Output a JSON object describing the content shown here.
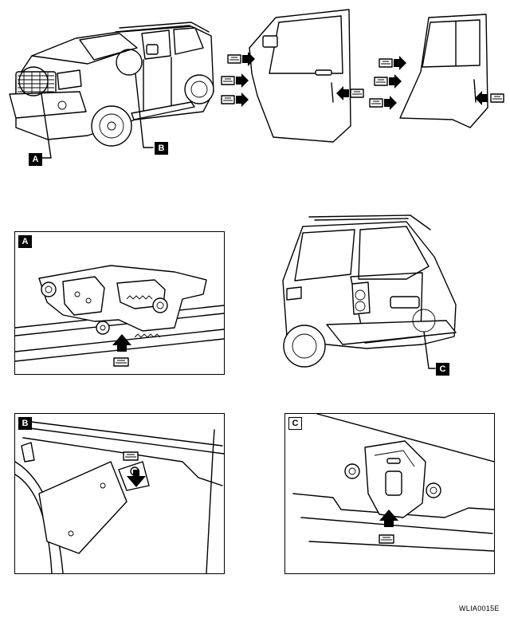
{
  "callouts": {
    "a": "A",
    "b": "B",
    "c": "C"
  },
  "panels": {
    "a_label": "A",
    "b_label": "B",
    "c_label": "C"
  },
  "reference_code": "WLIA0015E",
  "symbols": {
    "lubricant": "lubricant-point-icon",
    "arrow": "pointer-arrow-icon"
  }
}
